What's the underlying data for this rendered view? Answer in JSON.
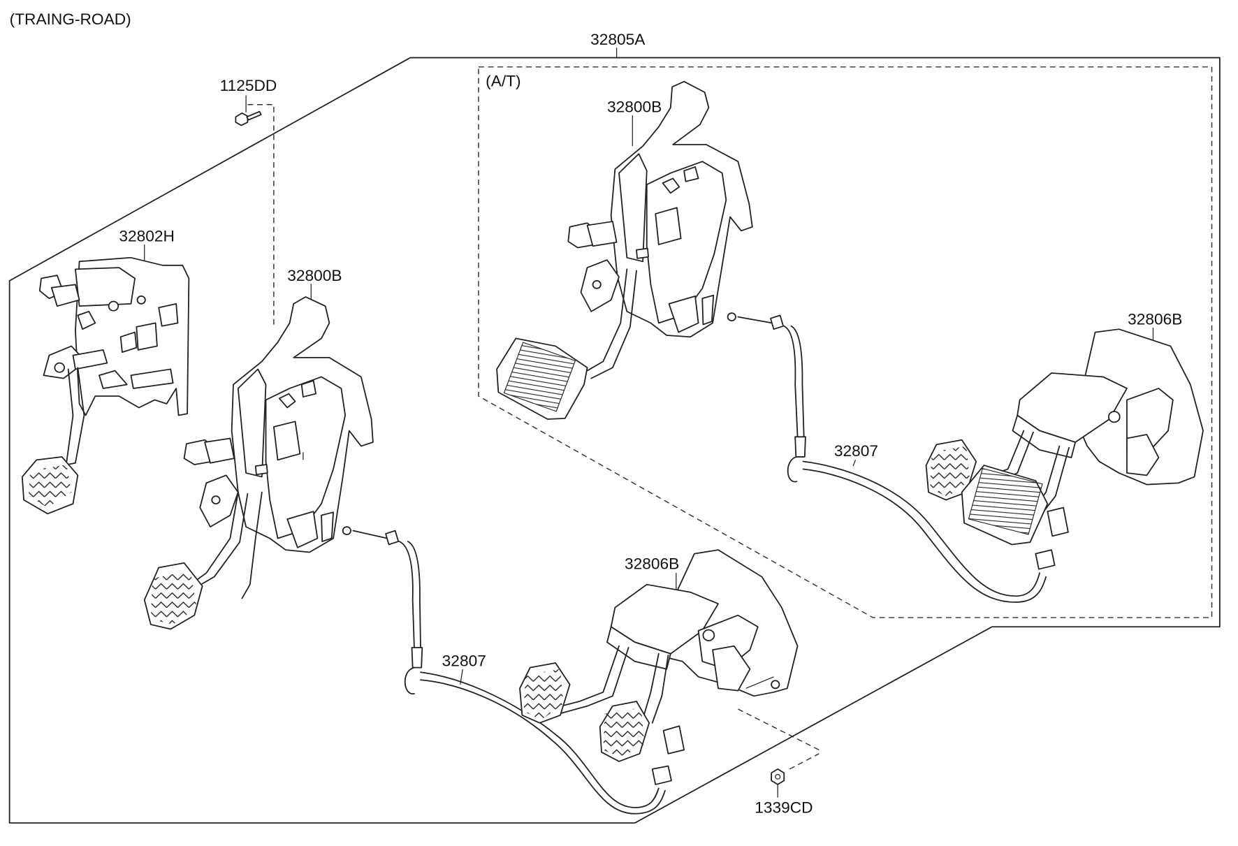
{
  "header": {
    "variant": "(TRAING-ROAD)"
  },
  "subgroup": {
    "label": "(A/T)"
  },
  "labels": {
    "assembly": "32805A",
    "bolt": "1125DD",
    "bracket_upper_left": "32802H",
    "pedal_assembly_left": "32800B",
    "pedal_assembly_at": "32800B",
    "pedal_pads_center": "32806B",
    "pedal_pads_at": "32806B",
    "cable_center": "32807",
    "cable_at": "32807",
    "nut": "1339CD"
  }
}
